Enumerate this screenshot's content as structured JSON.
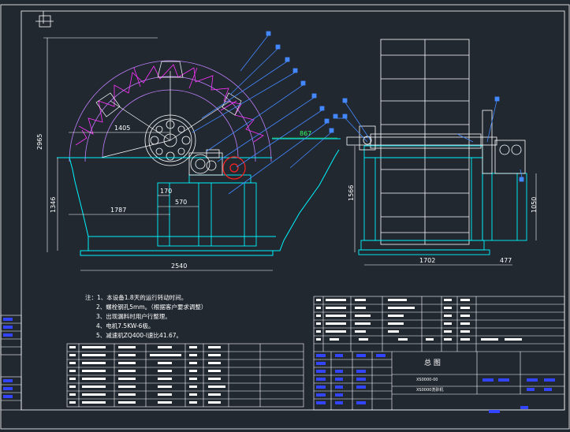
{
  "drawing": {
    "dimensions": {
      "d2965": "2965",
      "d1405": "1405",
      "d1346": "1346",
      "d1787": "1787",
      "d570": "570",
      "d170": "170",
      "d2540": "2540",
      "d867": "867",
      "d1702": "1702",
      "d1566": "1566",
      "d1050": "1050",
      "d477": "477"
    },
    "notes": [
      "注：1、本设备1.8天的运行转动时间。",
      "2、螺栓钢孔5mm。（根据客户要求调整）",
      "3、出现漏料时用户行整理。",
      "4、电机7.5KW-6极。",
      "5、减速机ZQ400-I速比41.67。"
    ],
    "title_block": {
      "title": "总 图",
      "code": "XS0000-00",
      "name": "XS0000洗砂机"
    },
    "colors": {
      "background": "#212830",
      "frame": "#ffffff",
      "wheel": "#c080ff",
      "blade": "#ff33ff",
      "structure": "#00f5ff",
      "leader": "#4488ff",
      "dimension": "#33ff66",
      "motor": "#ff2222"
    }
  }
}
